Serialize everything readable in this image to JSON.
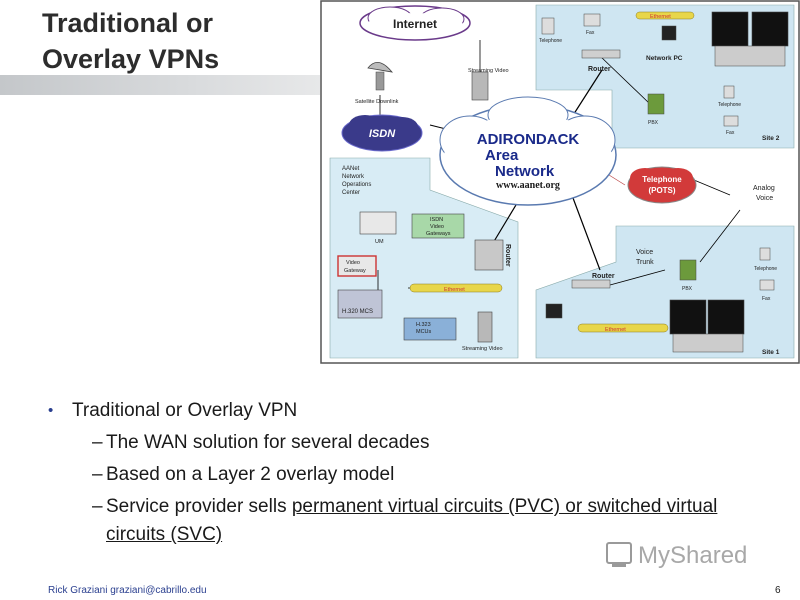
{
  "slide": {
    "title": "Traditional or Overlay VPNs",
    "bullet_main": "Traditional or Overlay VPN",
    "sub_bullets": [
      "The WAN solution for several decades",
      "Based on a Layer 2 overlay model"
    ],
    "sub3_prefix": "Service provider sells ",
    "sub3_link": "permanent virtual circuits (PVC) or switched virtual circuits (SVC)",
    "footer_author": "Rick Graziani  graziani@cabrillo.edu",
    "page_number": "6",
    "logo_text": "MyShared"
  },
  "diagram": {
    "internet": "Internet",
    "isdn": "ISDN",
    "adk1": "ADIRONDACK",
    "adk2": "Area",
    "adk3": "Network",
    "url": "www.aanet.org",
    "telephone1": "Telephone",
    "telephone2": "(POTS)",
    "satellite": "Satellite Downlink",
    "streaming_top": "Streaming Video",
    "streaming_bottom": "Streaming Video",
    "noc1": "AANet",
    "noc2": "Network",
    "noc3": "Operations",
    "noc4": "Center",
    "isdn_gw1": "ISDN",
    "isdn_gw2": "Video",
    "isdn_gw3": "Gateways",
    "video_gw1": "Video",
    "video_gw2": "Gateway",
    "h320": "H.320 MCS",
    "h323_1": "H.323",
    "h323_2": "MCUs",
    "um": "UM",
    "router": "Router",
    "ethernet": "Ethernet",
    "network_pc": "Network PC",
    "phone": "Telephone",
    "fax": "Fax",
    "pbx": "PBX",
    "site1": "Site 1",
    "site2": "Site 2",
    "analog1": "Analog",
    "analog2": "Voice",
    "voice1": "Voice",
    "voice2": "Trunk"
  },
  "colors": {
    "title": "#2d2d2d",
    "bullet": "#2a3f8f",
    "panel": "#cfe6f2",
    "ethernet": "#e8d64a"
  }
}
